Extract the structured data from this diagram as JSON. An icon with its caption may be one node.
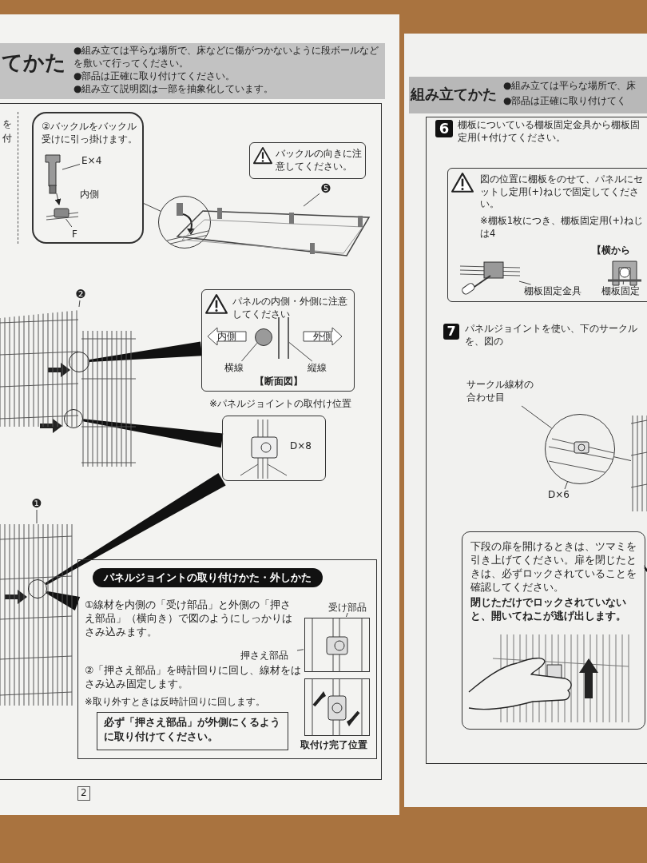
{
  "diagram": {
    "nodes": [
      {
        "text": [
          "②バックルをバックル受けに引っ掛けます。"
        ]
      },
      {
        "text": [
          "E×4"
        ],
        "in": 0
      },
      {
        "text": [],
        "shape": "picture",
        "in": 0
      },
      {
        "text": [
          "F"
        ],
        "in": 0
      },
      {
        "text": [],
        "shape": "picture",
        "in": 0
      },
      {
        "text": [],
        "shape": "circle"
      },
      {
        "text": [],
        "shape": "picture"
      },
      {
        "text": [
          "❺"
        ]
      },
      {
        "text": [
          "バックルの向きに注意してください。"
        ]
      },
      {
        "text": [
          "❷"
        ]
      },
      {
        "text": [],
        "shape": "picture"
      },
      {
        "text": [],
        "shape": "circle",
        "in": 10
      },
      {
        "text": [],
        "shape": "circle",
        "in": 10
      },
      {
        "text": [
          "パネルの内側・外側に注意してください",
          "【断面図】"
        ]
      },
      {
        "text": [
          "内側"
        ],
        "in": 13
      },
      {
        "text": [],
        "shape": "circle",
        "in": 13
      },
      {
        "text": [],
        "shape": "bar",
        "in": 13
      },
      {
        "text": [
          "外側"
        ],
        "in": 13
      },
      {
        "text": [
          "横線"
        ],
        "in": 13
      },
      {
        "text": [
          "縦線"
        ],
        "in": 13
      },
      {
        "text": [
          "D×8"
        ],
        "beside": [
          "※パネルジョイントの取付け位置"
        ]
      },
      {
        "text": [
          "❶"
        ]
      },
      {
        "text": [],
        "shape": "picture"
      },
      {
        "text": [],
        "shape": "circle",
        "in": 22
      },
      {
        "text": [
          "パネルジョイントの取り付けかた・外しかた",
          "①線材を内側の「受け部品」と外側の「押さえ部品」（横向き）で図のようにしっかりはさみ込みます。",
          "②「押さえ部品」を時計回りに回し、線材をはさみ込み固定します。",
          "※取り外すときは反時計回りに回します。"
        ]
      },
      {
        "text": [
          "受け部品"
        ],
        "in": 24
      },
      {
        "text": [],
        "shape": "picture",
        "in": 24
      },
      {
        "text": [
          "押さえ部品"
        ],
        "in": 24
      },
      {
        "text": [],
        "shape": "picture",
        "in": 24,
        "beside": [
          "取付け完了位置"
        ]
      },
      {
        "text": [
          "必ず「押さえ部品」が外側にくるように取り付けてください。"
        ],
        "in": 24
      },
      {
        "text": [
          "6"
        ],
        "beside": [
          "棚板についている棚板固定金具から棚板固定用(+付けてください。"
        ]
      },
      {
        "text": [
          "図の位置に棚板をのせて、パネルにセットし定用(+)ねじで固定してください。",
          "※棚板1枚につき、棚板固定用(+)ねじは4",
          "【横から"
        ]
      },
      {
        "text": [],
        "shape": "picture",
        "in": 31
      },
      {
        "text": [
          "棚板固定金具"
        ],
        "in": 31
      },
      {
        "text": [],
        "shape": "picture",
        "in": 31
      },
      {
        "text": [
          "棚板固定"
        ],
        "in": 31
      },
      {
        "text": [
          "7"
        ],
        "beside": [
          "パネルジョイントを使い、下のサークルを、図の"
        ]
      },
      {
        "text": [
          "サークル線材の合わせ目"
        ]
      },
      {
        "text": [],
        "shape": "circle"
      },
      {
        "text": [
          "D×6"
        ]
      },
      {
        "text": [],
        "shape": "picture"
      },
      {
        "text": [
          "下段の扉を開けるときは、ツマミを引き上げてください。扉を閉じたときは、必ずロックされていることを確認してください。",
          "閉じただけでロックされていないと、開いてねこが逃げ出します。"
        ]
      }
    ],
    "edges": [
      {
        "from": 1,
        "to": 2,
        "arrow": "none"
      },
      {
        "from": 3,
        "to": 4,
        "arrow": "none"
      },
      {
        "from": 2,
        "to": 4,
        "arrow": "to"
      },
      {
        "from": 0,
        "to": 5,
        "arrow": "none"
      },
      {
        "from": 7,
        "to": 6,
        "arrow": "none"
      },
      {
        "from": 9,
        "to": 10,
        "arrow": "none"
      },
      {
        "from": 11,
        "to": 13,
        "arrow": "none",
        "style": "thick"
      },
      {
        "from": 12,
        "to": 20,
        "arrow": "none",
        "style": "thick"
      },
      {
        "from": 18,
        "to": 15,
        "arrow": "none"
      },
      {
        "from": 19,
        "to": 16,
        "arrow": "none"
      },
      {
        "from": 21,
        "to": 22,
        "arrow": "none"
      },
      {
        "from": 23,
        "to": 20,
        "arrow": "none",
        "style": "thick"
      },
      {
        "from": 23,
        "to": 24,
        "arrow": "none",
        "style": "thick"
      },
      {
        "from": 25,
        "to": 26,
        "arrow": "none"
      },
      {
        "from": 27,
        "to": 26,
        "arrow": "none"
      },
      {
        "from": 33,
        "to": 32,
        "arrow": "none"
      },
      {
        "from": 35,
        "to": 34,
        "arrow": "none"
      },
      {
        "from": 37,
        "to": 38,
        "arrow": "none"
      },
      {
        "from": 39,
        "to": 38,
        "arrow": "none"
      },
      {
        "from": 38,
        "to": 40,
        "arrow": "none"
      },
      {
        "from": null,
        "to": 41,
        "arrow": "none",
        "style": "thick"
      }
    ],
    "labels": [
      "てかた",
      "●組み立ては平らな場所で、床などに傷がつかないように段ボールなどを敷いて行ってください。",
      "●部品は正確に取り付けてください。",
      "●組み立て説明図は一部を抽象化しています。",
      "を",
      "付",
      "内側",
      "2",
      "組み立てかた",
      "●組み立ては平らな場所で、床",
      "●部品は正確に取り付けてく"
    ]
  }
}
